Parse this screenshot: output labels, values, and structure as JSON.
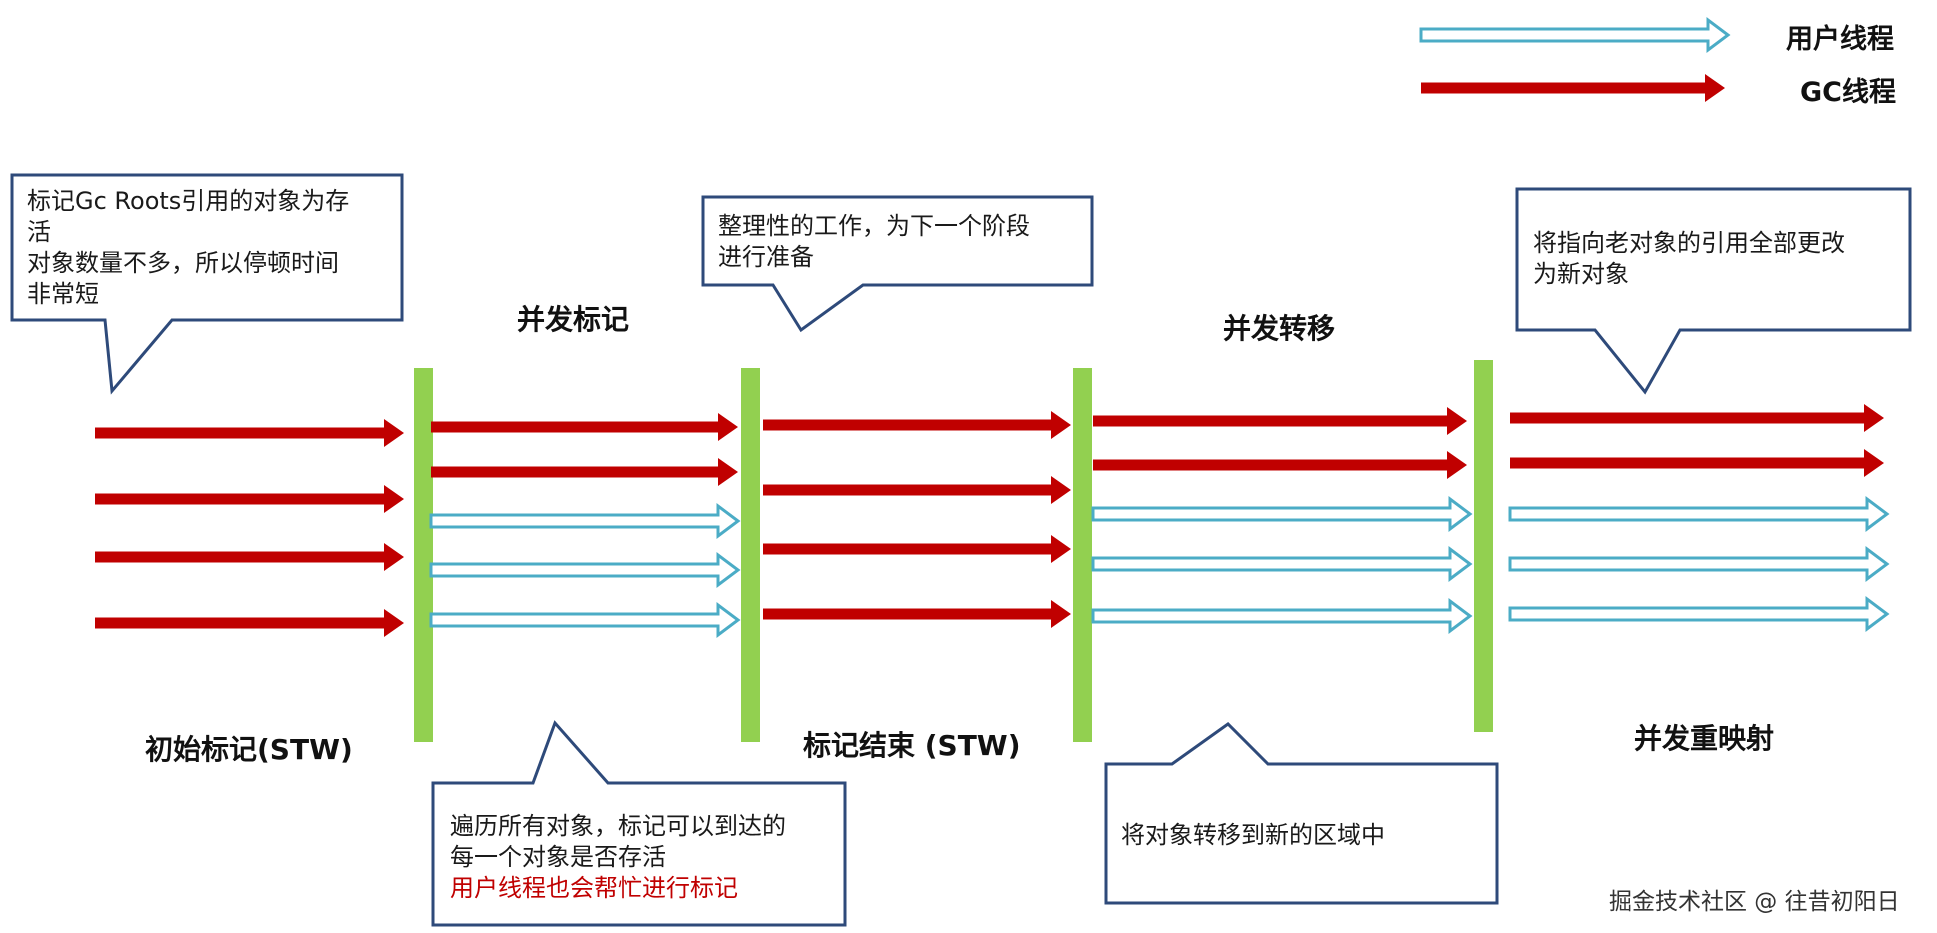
{
  "legend": {
    "user_thread": "用户线程",
    "gc_thread": "GC线程"
  },
  "phases": {
    "initial_mark": "初始标记(STW)",
    "concurrent_mark": "并发标记",
    "remark": "标记结束 (STW)",
    "concurrent_relocate": "并发转移",
    "concurrent_remap": "并发重映射"
  },
  "callouts": {
    "roots": [
      "标记Gc Roots引用的对象为存",
      "活",
      "对象数量不多，所以停顿时间",
      "非常短"
    ],
    "cleanup": [
      "整理性的工作，为下一个阶段",
      "进行准备"
    ],
    "traverse": [
      "遍历所有对象，标记可以到达的",
      "每一个对象是否存活"
    ],
    "traverse_highlight": "用户线程也会帮忙进行标记",
    "relocate": [
      "将对象转移到新的区域中"
    ],
    "remap": [
      "将指向老对象的引用全部更改",
      "为新对象"
    ]
  },
  "watermark": "掘金技术社区 @ 往昔初阳日",
  "colors": {
    "gc_thread": "#c00000",
    "user_thread_outline": "#4bacc6",
    "pause_bar": "#92d050",
    "callout_border": "#2e4a7a"
  }
}
